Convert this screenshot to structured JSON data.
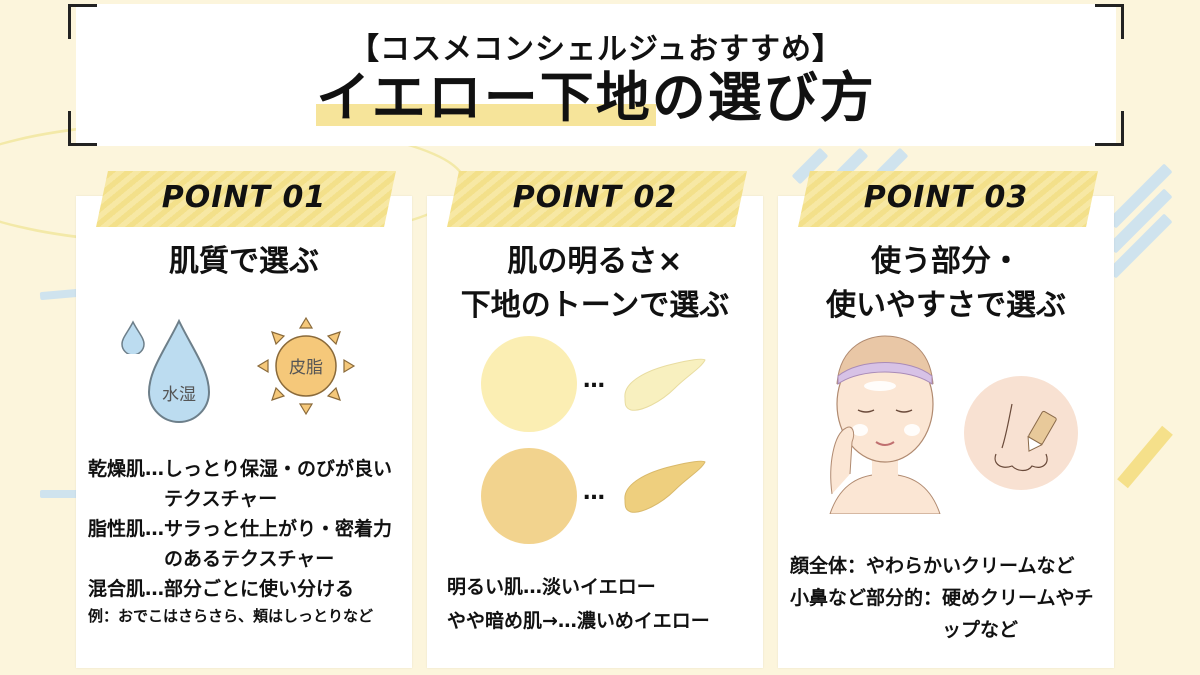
{
  "header": {
    "subtitle": "【コスメコンシェルジュおすすめ】",
    "title": "イエロー下地の選び方"
  },
  "colors": {
    "background": "#fcf5dc",
    "accent_yellow": "#f3e08a",
    "accent_blue": "#cfe3ee",
    "light_yellow_swatch": "#fbeeb3",
    "dark_yellow_swatch": "#f2d38e"
  },
  "cards": [
    {
      "point": "POINT 01",
      "heading": [
        "肌質で選ぶ"
      ],
      "icons": [
        {
          "name": "water-drop-icon",
          "label": "水湿"
        },
        {
          "name": "sun-icon",
          "label": "皮脂"
        }
      ],
      "items": [
        {
          "key": "乾燥肌…",
          "value": "しっとり保湿・のびが良いテクスチャー"
        },
        {
          "key": "脂性肌…",
          "value": "サラっと仕上がり・密着力のあるテクスチャー"
        },
        {
          "key": "混合肌…",
          "value": "部分ごとに使い分ける"
        }
      ],
      "note": "例：おでこはさらさら、頬はしっとりなど"
    },
    {
      "point": "POINT 02",
      "heading": [
        "肌の明るさ×",
        "下地のトーンで選ぶ"
      ],
      "swatch_dots": "…",
      "items": [
        {
          "text": "明るい肌…淡いイエロー"
        },
        {
          "text": "やや暗め肌→…濃いめイエロー"
        }
      ]
    },
    {
      "point": "POINT 03",
      "heading": [
        "使う部分・",
        "使いやすさで選ぶ"
      ],
      "items": [
        {
          "key": "顔全体：",
          "value": "やわらかいクリームなど"
        },
        {
          "key": "小鼻など部分的：",
          "value": "硬めクリームやチップなど"
        }
      ]
    }
  ]
}
